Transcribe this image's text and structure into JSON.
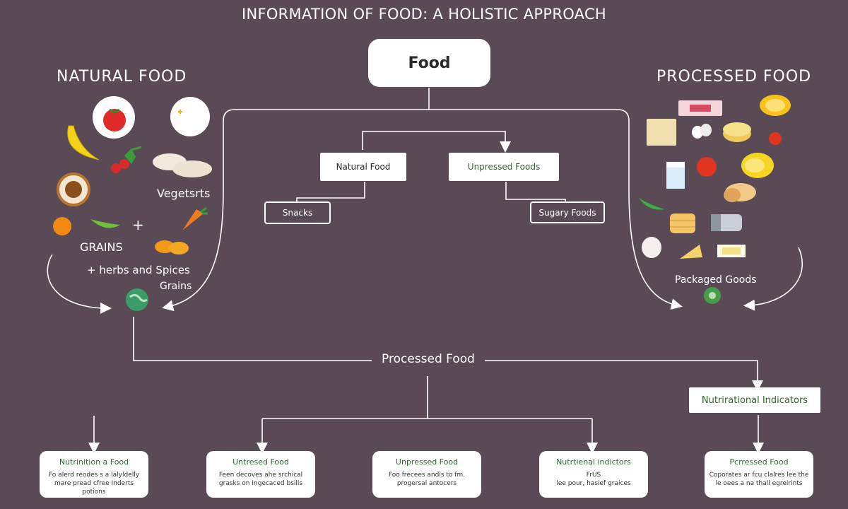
{
  "title": "INFORMATION OF FOOD: A HOLISTIC APPROACH",
  "left": {
    "heading": "NATURAL FOOD",
    "labels": {
      "vegetables": "Vegets",
      "vegetables_suffix": "rts",
      "plus": "+",
      "grains": "GRAINS",
      "herbs": "+ herbs and Spices",
      "grains2": "Grains"
    },
    "icons": [
      "tomato",
      "egg",
      "banana",
      "cherry-tomatoes",
      "herb-leaves",
      "bread-loaves",
      "coconut",
      "orange",
      "pea-pod",
      "carrot",
      "orange-slices",
      "globe"
    ]
  },
  "right": {
    "heading": "PROCESSED FOOD",
    "packaged": "Packaged Goods",
    "icons": [
      "ham-slice",
      "lemon-slice",
      "cheese-block",
      "eggs",
      "crackers",
      "tomato",
      "milk-glass",
      "tomato",
      "lemon",
      "pea-pod",
      "bread-slices",
      "pancakes",
      "canned-fish",
      "garlic",
      "cheese-wedge",
      "butter",
      "broccoli"
    ]
  },
  "center": {
    "root": "Food",
    "natural_food": "Natural Food",
    "unprocessed_foods": "Unpressed Foods",
    "snacks": "Snacks",
    "sugary_foods": "Sugary Foods",
    "processed_food": "Processed Food",
    "nutritional_indicators": "Nutrirational Indicators"
  },
  "cards": [
    {
      "title": "Nutrinition a Food",
      "body": [
        "Fo alerd reodes s a lalyldelly",
        "mare pread cfree Inderts",
        "potions"
      ]
    },
    {
      "title": "Untresed Food",
      "body": [
        "Feen decoves ahe srchical",
        "grasks on Ingecaced bsills"
      ]
    },
    {
      "title": "Unpressed Food",
      "body": [
        "Foo frecees andis to fm.",
        "progersal antocers"
      ]
    },
    {
      "title": "Nutrtienal indictors",
      "body": [
        "FrUS",
        "lee pour, hasief graices"
      ]
    },
    {
      "title": "Pcrressed Food",
      "body": [
        "Coporates ar fcu clalres lee the",
        "le oees a na thall egreirints"
      ]
    }
  ]
}
